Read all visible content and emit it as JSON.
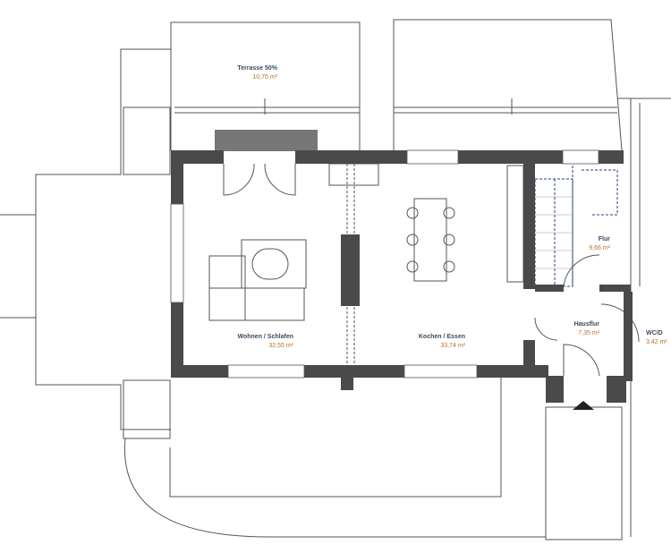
{
  "colors": {
    "wall": "#4a4a4a",
    "line": "#555555",
    "stair": "#2a3a8a",
    "name": "#3d4a5c",
    "area": "#b8732a"
  },
  "rooms": [
    {
      "name": "Terrasse 50%",
      "area": "10,75 m²"
    },
    {
      "name": "Wohnen / Schlafen",
      "area": "32,55 m²"
    },
    {
      "name": "Kochen / Essen",
      "area": "33,74 m²"
    },
    {
      "name": "Flur",
      "area": "9,66 m²"
    },
    {
      "name": "Hausflur",
      "area": "7,35 m²"
    },
    {
      "name": "WC/D",
      "area": "3,42 m²"
    }
  ]
}
